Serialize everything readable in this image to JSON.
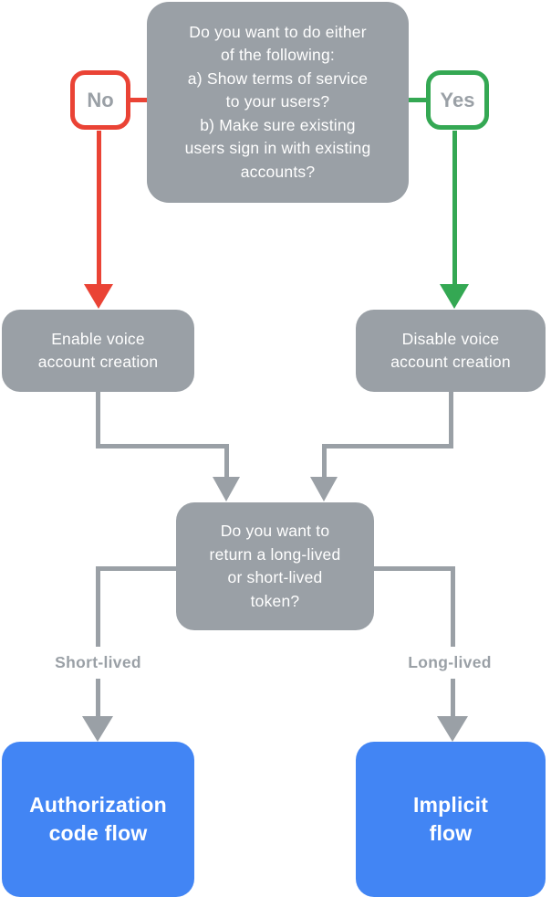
{
  "diagram": {
    "title": "Voice account creation / OAuth flow decision flowchart",
    "colors": {
      "node_gray": "#9AA0A6",
      "connector_gray": "#9AA0A6",
      "no_red": "#EA4335",
      "yes_green": "#34A853",
      "result_blue": "#4285F4",
      "node_text": "#ffffff",
      "badge_label_text": "#9AA0A6",
      "background": "#ffffff"
    },
    "nodes": {
      "question1": {
        "text": "Do you want to do either\nof the following:\na) Show terms of service\nto your users?\nb) Make sure existing\nusers sign in with existing\naccounts?"
      },
      "no_badge": {
        "label": "No"
      },
      "yes_badge": {
        "label": "Yes"
      },
      "enable": {
        "text": "Enable voice\naccount creation"
      },
      "disable": {
        "text": "Disable voice\naccount creation"
      },
      "question2": {
        "text": "Do you want to\nreturn a long-lived\nor short-lived\ntoken?"
      },
      "short_lived_label": {
        "text": "Short-lived"
      },
      "long_lived_label": {
        "text": "Long-lived"
      },
      "auth_code": {
        "text": "Authorization\ncode flow"
      },
      "implicit": {
        "text": "Implicit\nflow"
      }
    },
    "edges": [
      {
        "from": "question1",
        "to": "enable",
        "label": "No",
        "color": "#EA4335"
      },
      {
        "from": "question1",
        "to": "disable",
        "label": "Yes",
        "color": "#34A853"
      },
      {
        "from": "enable",
        "to": "question2",
        "color": "#9AA0A6"
      },
      {
        "from": "disable",
        "to": "question2",
        "color": "#9AA0A6"
      },
      {
        "from": "question2",
        "to": "auth_code",
        "label": "Short-lived",
        "color": "#9AA0A6"
      },
      {
        "from": "question2",
        "to": "implicit",
        "label": "Long-lived",
        "color": "#9AA0A6"
      }
    ]
  }
}
